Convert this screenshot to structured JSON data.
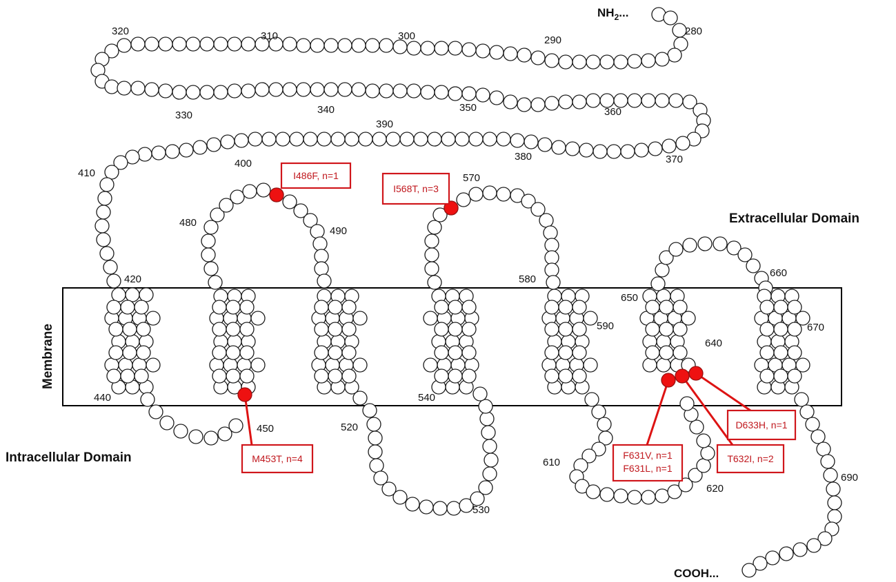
{
  "labels": {
    "extracellular": "Extracellular Domain",
    "intracellular": "Intracellular Domain",
    "membrane": "Membrane",
    "n_terminus": "NH",
    "n_terminus_sub": "2",
    "n_terminus_suffix": "...",
    "c_terminus": "COOH..."
  },
  "residue_numbers": [
    "280",
    "290",
    "300",
    "310",
    "320",
    "330",
    "340",
    "350",
    "360",
    "370",
    "380",
    "390",
    "400",
    "410",
    "420",
    "440",
    "450",
    "480",
    "490",
    "520",
    "530",
    "540",
    "570",
    "580",
    "590",
    "610",
    "620",
    "640",
    "650",
    "660",
    "670",
    "690"
  ],
  "mutations": [
    {
      "id": "I486F",
      "label": "I486F, n=1"
    },
    {
      "id": "I568T",
      "label": "I568T, n=3"
    },
    {
      "id": "M453T",
      "label": "M453T, n=4"
    },
    {
      "id": "F631",
      "label": "F631V, n=1",
      "label2": "F631L, n=1"
    },
    {
      "id": "T632I",
      "label": "T632I, n=2"
    },
    {
      "id": "D633H",
      "label": "D633H, n=1"
    }
  ],
  "colors": {
    "mutation": "#ee1111",
    "mutation_box": "#d0161b",
    "residue_fill": "#ffffff",
    "residue_stroke": "#1a1a1a"
  }
}
